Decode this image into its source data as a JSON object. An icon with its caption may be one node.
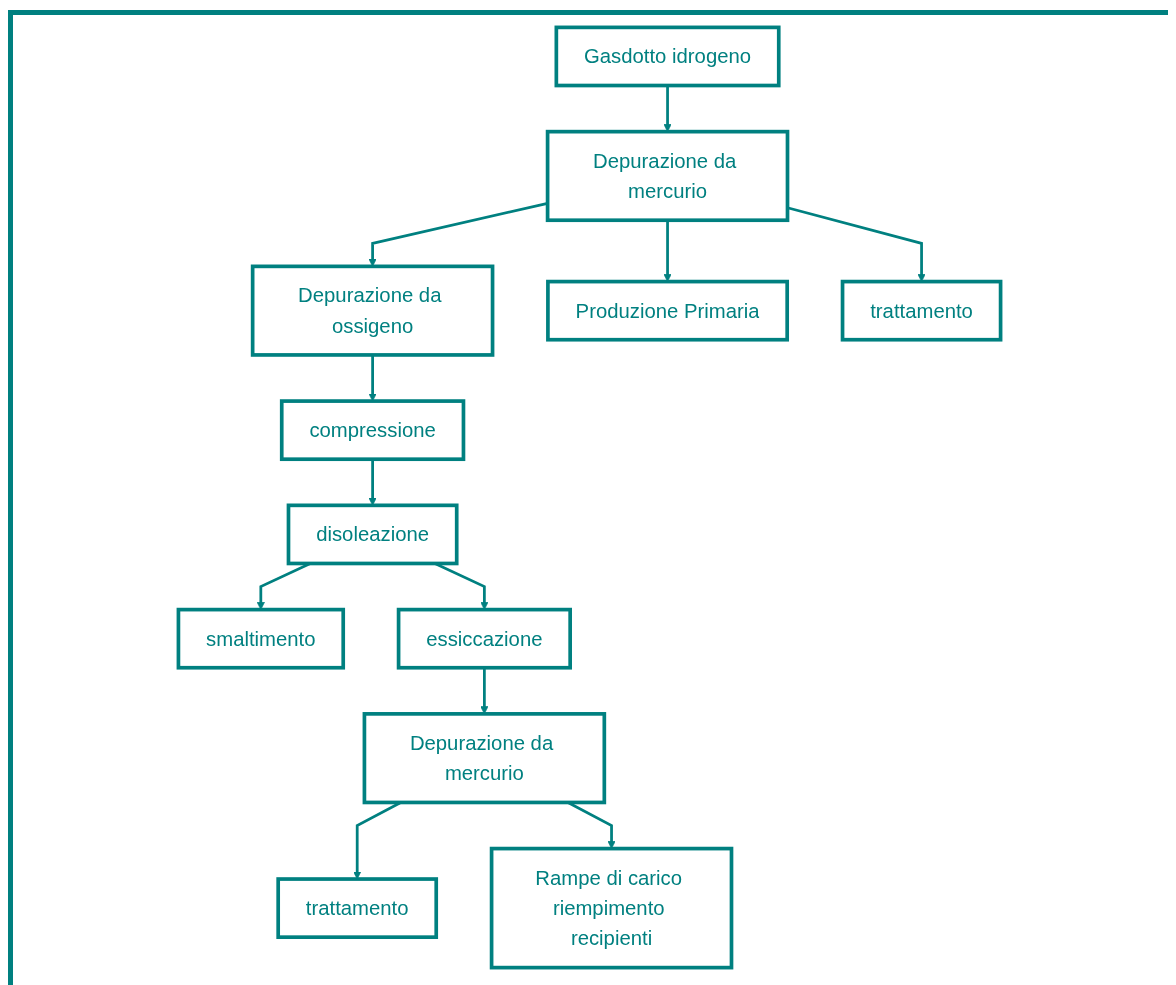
{
  "diagram": {
    "nodes": [
      {
        "text": [
          "Gasdotto idrogeno"
        ]
      },
      {
        "text": [
          "Depurazione da mercurio"
        ]
      },
      {
        "text": [
          "Depurazione da ossigeno"
        ]
      },
      {
        "text": [
          "Produzione Primaria"
        ]
      },
      {
        "text": [
          "trattamento"
        ]
      },
      {
        "text": [
          "compressione"
        ]
      },
      {
        "text": [
          "smaltimento"
        ]
      },
      {
        "text": [
          "disoleazione"
        ]
      },
      {
        "text": [
          "essiccazione"
        ]
      },
      {
        "text": [
          "trattamento"
        ]
      },
      {
        "text": [
          "Depurazione da mercurio"
        ]
      },
      {
        "text": [
          "Rampe di carico riempimento recipienti"
        ]
      }
    ],
    "edges": [
      {
        "from": 0,
        "to": 1,
        "arrow": "to"
      },
      {
        "from": 1,
        "to": 2,
        "arrow": "to"
      },
      {
        "from": 1,
        "to": 3,
        "arrow": "to"
      },
      {
        "from": 1,
        "to": 4,
        "arrow": "to"
      },
      {
        "from": 2,
        "to": 5,
        "arrow": "to"
      },
      {
        "from": 5,
        "to": 7,
        "arrow": "to"
      },
      {
        "from": 7,
        "to": 6,
        "arrow": "to"
      },
      {
        "from": 7,
        "to": 8,
        "arrow": "to"
      },
      {
        "from": 8,
        "to": 10,
        "arrow": "to"
      },
      {
        "from": 10,
        "to": 9,
        "arrow": "to"
      },
      {
        "from": 10,
        "to": 11,
        "arrow": "to"
      }
    ]
  }
}
